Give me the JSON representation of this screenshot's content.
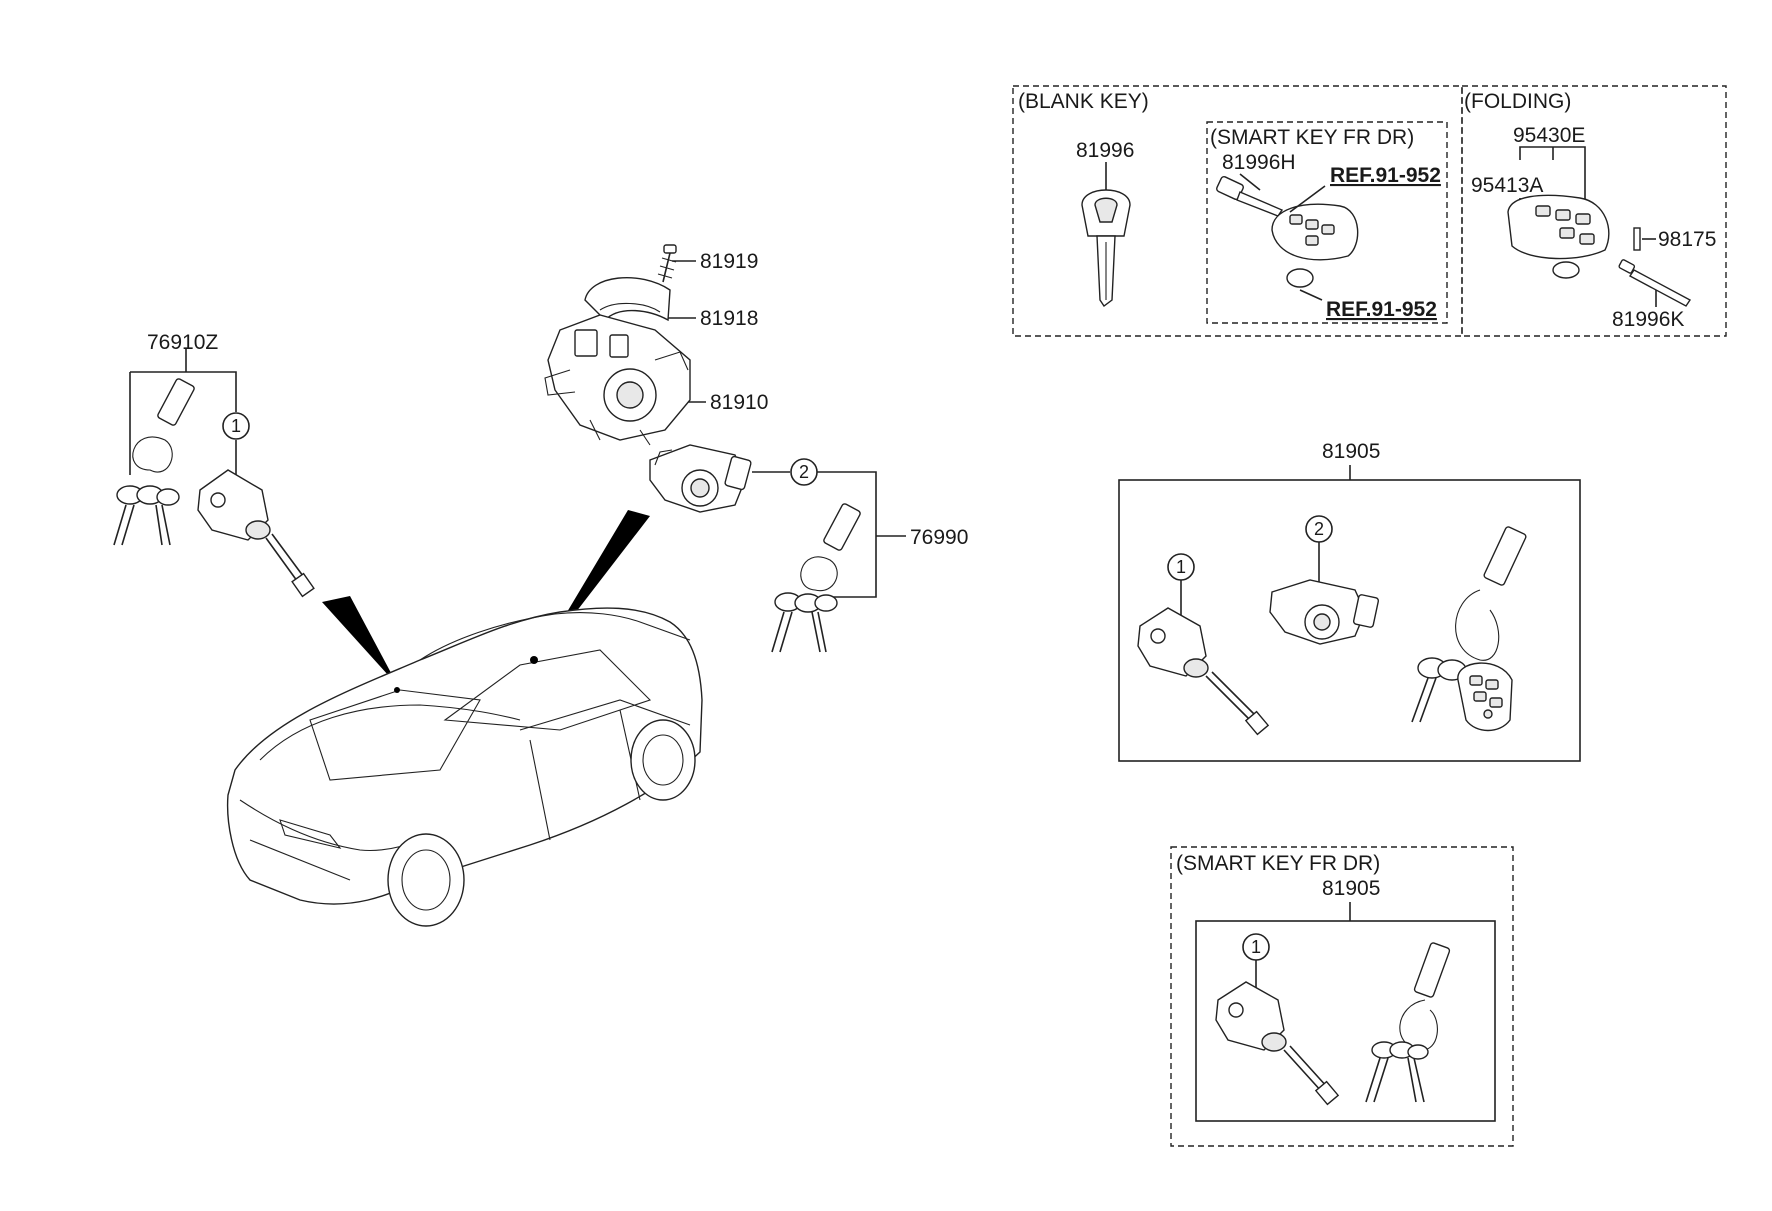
{
  "labels": {
    "p76910z": "76910Z",
    "p81919": "81919",
    "p81918": "81918",
    "p81910": "81910",
    "p76990": "76990",
    "p81905_main": "81905",
    "p81905_smart": "81905",
    "p81996": "81996",
    "p81996h": "81996H",
    "p95430e": "95430E",
    "p95413a": "95413A",
    "p98175": "98175",
    "p81996k": "81996K"
  },
  "refs": {
    "ref_upper": "REF.91-952",
    "ref_lower": "REF.91-952"
  },
  "groups": {
    "blank_key": "(BLANK KEY)",
    "smart_key_fr_dr_top": "(SMART KEY FR DR)",
    "folding": "(FOLDING)",
    "smart_key_fr_dr_bottom": "(SMART KEY FR DR)"
  },
  "callouts": {
    "one": "1",
    "two": "2"
  }
}
